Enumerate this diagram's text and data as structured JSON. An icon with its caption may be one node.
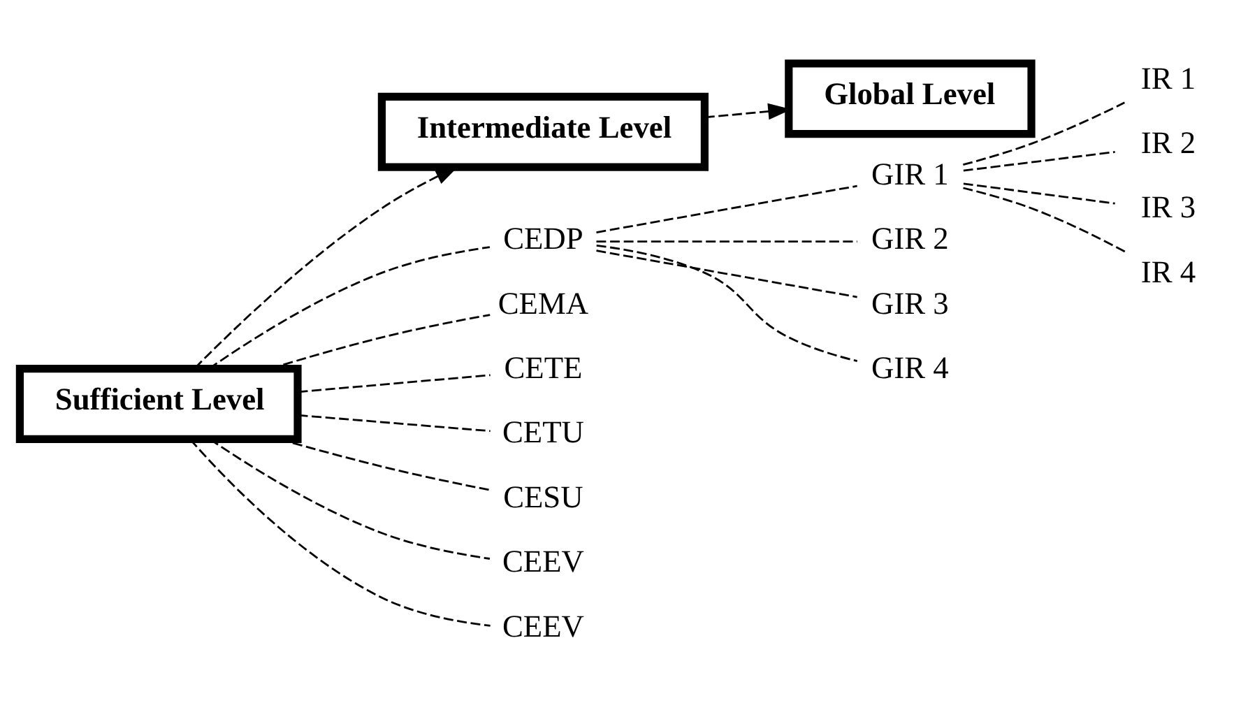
{
  "diagram": {
    "nodes": [
      {
        "text": [
          "Global Level"
        ]
      },
      {
        "text": [
          "Intermediate Level"
        ]
      },
      {
        "text": [
          "Sufficient Level"
        ]
      },
      {
        "text": [
          "CEDP"
        ]
      },
      {
        "text": [
          "CEMA"
        ]
      },
      {
        "text": [
          "CETE"
        ]
      },
      {
        "text": [
          "CETU"
        ]
      },
      {
        "text": [
          "CESU"
        ]
      },
      {
        "text": [
          "CEEV"
        ]
      },
      {
        "text": [
          "CEEV"
        ]
      },
      {
        "text": [
          "GIR 1"
        ]
      },
      {
        "text": [
          "GIR 2"
        ]
      },
      {
        "text": [
          "GIR 3"
        ]
      },
      {
        "text": [
          "GIR 4"
        ]
      },
      {
        "text": [
          "IR 1"
        ]
      },
      {
        "text": [
          "IR 2"
        ]
      },
      {
        "text": [
          "IR 3"
        ]
      },
      {
        "text": [
          "IR 4"
        ]
      }
    ],
    "edges": [
      {
        "from": 2,
        "to": 1,
        "arrow": "to",
        "style": "dashed"
      },
      {
        "from": 1,
        "to": 0,
        "arrow": "to",
        "style": "dashed"
      },
      {
        "from": 2,
        "to": 3,
        "arrow": "none",
        "style": "dashed"
      },
      {
        "from": 2,
        "to": 4,
        "arrow": "none",
        "style": "dashed"
      },
      {
        "from": 2,
        "to": 5,
        "arrow": "none",
        "style": "dashed"
      },
      {
        "from": 2,
        "to": 6,
        "arrow": "none",
        "style": "dashed"
      },
      {
        "from": 2,
        "to": 7,
        "arrow": "none",
        "style": "dashed"
      },
      {
        "from": 2,
        "to": 8,
        "arrow": "none",
        "style": "dashed"
      },
      {
        "from": 2,
        "to": 9,
        "arrow": "none",
        "style": "dashed"
      },
      {
        "from": 3,
        "to": 10,
        "arrow": "none",
        "style": "dashed"
      },
      {
        "from": 3,
        "to": 11,
        "arrow": "none",
        "style": "dashed"
      },
      {
        "from": 3,
        "to": 12,
        "arrow": "none",
        "style": "dashed"
      },
      {
        "from": 3,
        "to": 13,
        "arrow": "none",
        "style": "dashed"
      },
      {
        "from": 10,
        "to": 14,
        "arrow": "none",
        "style": "dashed"
      },
      {
        "from": 10,
        "to": 15,
        "arrow": "none",
        "style": "dashed"
      },
      {
        "from": 10,
        "to": 16,
        "arrow": "none",
        "style": "dashed"
      },
      {
        "from": 10,
        "to": 17,
        "arrow": "none",
        "style": "dashed"
      }
    ]
  }
}
